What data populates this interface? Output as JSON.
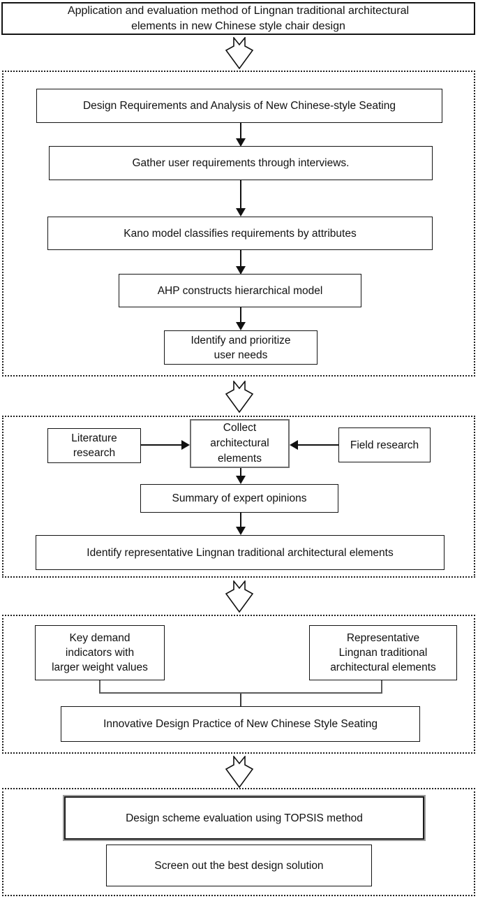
{
  "colors": {
    "line": "#111111",
    "background": "#ffffff",
    "double_border_gray": "#9c9c9c",
    "bracket_gray": "#5a5a5a"
  },
  "header": {
    "title": "Application and evaluation method of Lingnan traditional architectural\nelements in new Chinese style chair design"
  },
  "icons": {
    "flow_arrow": "hollow-down-arrow"
  },
  "phase_requirements": {
    "step_design_requirements": "Design Requirements and Analysis of New Chinese-style Seating",
    "step_gather": "Gather user requirements through interviews.",
    "step_kano": "Kano model classifies requirements by attributes",
    "step_ahp": "AHP constructs hierarchical model",
    "step_identify_needs": "Identify and prioritize\nuser needs"
  },
  "phase_elements": {
    "source_literature": "Literature\nresearch",
    "hub_collect": "Collect\narchitectural\nelements",
    "source_field": "Field research",
    "step_summary": "Summary of expert opinions",
    "step_identify_elements": "Identify representative Lingnan traditional architectural elements"
  },
  "phase_design_practice": {
    "input_key_demand": "Key demand\nindicators with\nlarger weight values",
    "input_representative": "Representative\nLingnan traditional\narchitectural elements",
    "step_innovative": "Innovative Design Practice of New Chinese Style Seating"
  },
  "phase_evaluation": {
    "step_topsis": "Design scheme evaluation using TOPSIS method",
    "step_screen": "Screen out the best design solution"
  }
}
